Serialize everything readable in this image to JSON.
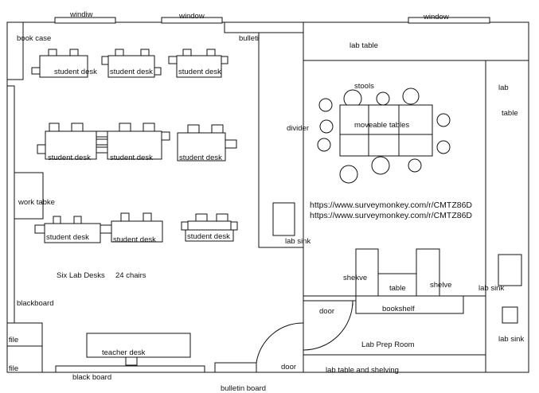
{
  "labels": {
    "window_left": "windiw",
    "window_center": "window",
    "window_right": "window",
    "book_case": "book case",
    "bulletin_top": "bulletin board",
    "lab_table_top": "lab table",
    "lab_right": "lab",
    "table_right": "table",
    "student_desk": "student desk",
    "student_desk_clipped": "student desk",
    "stools": "stools",
    "moveable_tables": "moveable tables",
    "divider": "divider",
    "work_table": "work tabke",
    "url_1": "https://www.surveymonkey.com/r/CMTZ86D",
    "url_2": "https://www.surveymonkey.com/r/CMTZ86D",
    "lab_sink_center": "lab sink",
    "six_lab_desks": "Six Lab Desks",
    "chairs_24": "24 chairs",
    "shelve_left": "shekve",
    "table_center": "table",
    "shelve_right": "shelve",
    "lab_sink_right": "lab sink",
    "blackboard_left": "blackboard",
    "door_mid": "door",
    "bookshelf": "bookshelf",
    "file_1": "file",
    "file_2": "file",
    "teacher_desk": "teacher desk",
    "lab_prep_room": "Lab Prep Room",
    "lab_sink_bottom_right": "lab sink",
    "door_bottom": "door",
    "black_board_bottom": "black board",
    "lab_table_shelving": "lab table and shelving",
    "bulletin_bottom": "bulletin board"
  }
}
